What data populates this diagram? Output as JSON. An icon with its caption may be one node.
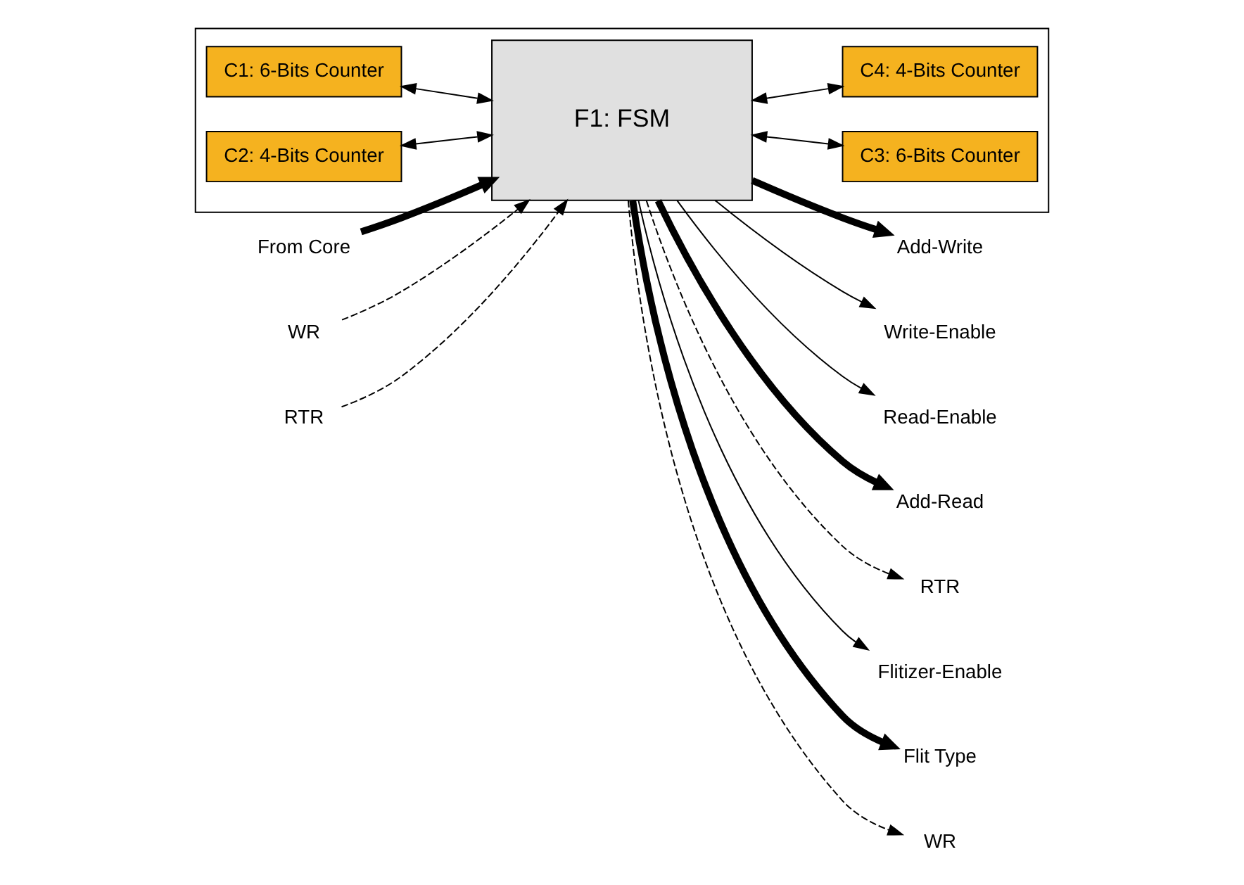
{
  "diagram": {
    "nodes": [
      {
        "text": [],
        "shape": "box"
      },
      {
        "text": [
          "C1: 6-Bits Counter"
        ],
        "in": 0
      },
      {
        "text": [
          "C2: 4-Bits Counter"
        ],
        "in": 0
      },
      {
        "text": [
          "F1: FSM"
        ],
        "in": 0
      },
      {
        "text": [
          "C3: 6-Bits Counter"
        ],
        "in": 0
      },
      {
        "text": [
          "C4: 4-Bits Counter"
        ],
        "in": 0
      },
      {
        "text": [
          "Add-Write"
        ]
      },
      {
        "text": [
          "Write-Enable"
        ]
      },
      {
        "text": [
          "Read-Enable"
        ]
      },
      {
        "text": [
          "Add-Read"
        ]
      },
      {
        "text": [
          "From Core"
        ]
      },
      {
        "text": [
          "WR"
        ]
      },
      {
        "text": [
          "RTR"
        ]
      },
      {
        "text": [
          "Flitizer-Enable"
        ]
      },
      {
        "text": [
          "Flit Type"
        ]
      },
      {
        "text": [
          "WR"
        ]
      },
      {
        "text": [
          "RTR"
        ]
      }
    ],
    "edges": [
      {
        "from": 1,
        "to": 3,
        "arrow": "both"
      },
      {
        "from": 2,
        "to": 3,
        "arrow": "both"
      },
      {
        "from": 3,
        "to": 4,
        "arrow": "both"
      },
      {
        "from": 3,
        "to": 5,
        "arrow": "both"
      },
      {
        "from": 3,
        "to": 6,
        "arrow": "to",
        "style": "thick"
      },
      {
        "from": 3,
        "to": 7,
        "arrow": "to"
      },
      {
        "from": 3,
        "to": 8,
        "arrow": "to"
      },
      {
        "from": 3,
        "to": 9,
        "arrow": "to",
        "style": "thick"
      },
      {
        "from": 10,
        "to": 3,
        "arrow": "to",
        "style": "thick"
      },
      {
        "from": 11,
        "to": 3,
        "arrow": "to",
        "style": "dashed"
      },
      {
        "from": 3,
        "to": 12,
        "arrow": "to",
        "style": "dashed"
      },
      {
        "from": 3,
        "to": 13,
        "arrow": "to"
      },
      {
        "from": 3,
        "to": 14,
        "arrow": "to",
        "style": "thick"
      },
      {
        "from": 3,
        "to": 15,
        "arrow": "to",
        "style": "dashed"
      },
      {
        "from": 16,
        "to": 3,
        "arrow": "to",
        "style": "dashed"
      }
    ]
  }
}
